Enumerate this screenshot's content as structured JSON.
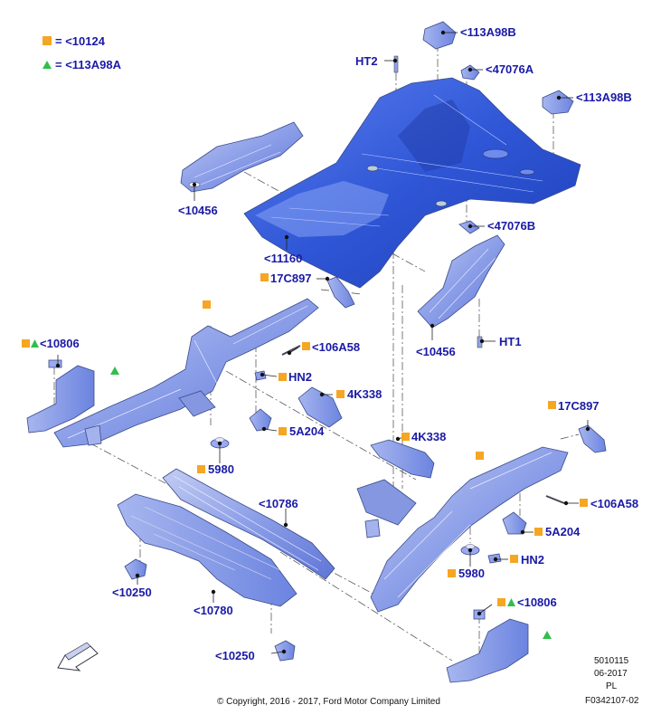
{
  "legend": {
    "square_color": "#f5a623",
    "triangle_color": "#2fbf4a",
    "square_text": "= <10124",
    "triangle_text": "= <113A98A"
  },
  "labels": {
    "l113a98b_top": "<113A98B",
    "ht2": "HT2",
    "l47076a": "<47076A",
    "l113a98b_right": "<113A98B",
    "l10456_left": "<10456",
    "l47076b": "<47076B",
    "l11160": "<11160",
    "l17c897_mid": "17C897",
    "l10456_mid": "<10456",
    "ht1": "HT1",
    "l10806_left": "<10806",
    "l106a58_left": "<106A58",
    "hn2_left": "HN2",
    "l4k338_upper": "4K338",
    "l5a204_left": "5A204",
    "l4k338_lower": "4K338",
    "l5980_left": "5980",
    "l17c897_right": "17C897",
    "l10786": "<10786",
    "l106a58_right": "<106A58",
    "l5a204_right": "5A204",
    "l5980_right": "5980",
    "hn2_right": "HN2",
    "l10250_left": "<10250",
    "l10780": "<10780",
    "l10806_right": "<10806",
    "l10250_bottom": "<10250"
  },
  "footer": {
    "code": "5010115",
    "date": "06-2017",
    "lang": "PL",
    "figure": "F0342107-02",
    "copyright": "© Copyright, 2016 - 2017, Ford Motor Company Limited"
  },
  "icons": {
    "direction": "front-arrow-icon"
  },
  "colors": {
    "part_light": "#9fb0ee",
    "part_mid": "#6f86e3",
    "part_dark": "#3d57c9",
    "floor_blue": "#2f56d6",
    "label_blue": "#1a1aa6"
  }
}
